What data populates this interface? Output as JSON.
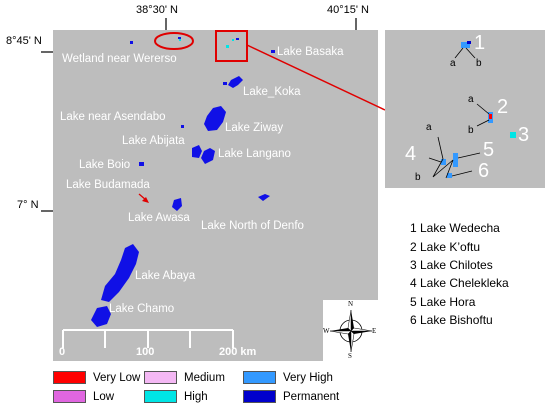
{
  "coordinates": {
    "top": [
      "38°30' N",
      "40°15' N"
    ],
    "left": [
      "8°45' N",
      "7° N"
    ]
  },
  "lake_labels": [
    "Wetland near Wererso",
    "Lake Basaka",
    "Lake_Koka",
    "Lake near Asendabo",
    "Lake Ziway",
    "Lake Abijata",
    "Lake Langano",
    "Lake Boio",
    "Lake Budamada",
    "Lake Awasa",
    "Lake North of Denfo",
    "Lake Abaya",
    "Lake Chamo"
  ],
  "scale_bar": {
    "ticks": [
      "0",
      "100",
      "200 km"
    ]
  },
  "compass": {
    "n": "N",
    "s": "S",
    "e": "E",
    "w": "W"
  },
  "inset": {
    "numbers": [
      "1",
      "2",
      "3",
      "4",
      "5",
      "6"
    ],
    "letters": [
      "a",
      "b",
      "a",
      "b",
      "a",
      "b"
    ]
  },
  "lake_list": [
    "1 Lake Wedecha",
    "2 Lake K’oftu",
    "3 Lake Chilotes",
    "4 Lake Chelekleka",
    "5 Lake Hora",
    "6 Lake Bishoftu"
  ],
  "legend": [
    {
      "label": "Very Low",
      "color": "#ff0000"
    },
    {
      "label": "Low",
      "color": "#e066e0"
    },
    {
      "label": "Medium",
      "color": "#f4b8f4"
    },
    {
      "label": "High",
      "color": "#00e5e5"
    },
    {
      "label": "Very High",
      "color": "#3399ff"
    },
    {
      "label": "Permanent",
      "color": "#0000cc"
    }
  ],
  "colors": {
    "background": "#bdbdbd",
    "permanent_water": "#1010e6",
    "highlight": "#e00000"
  }
}
